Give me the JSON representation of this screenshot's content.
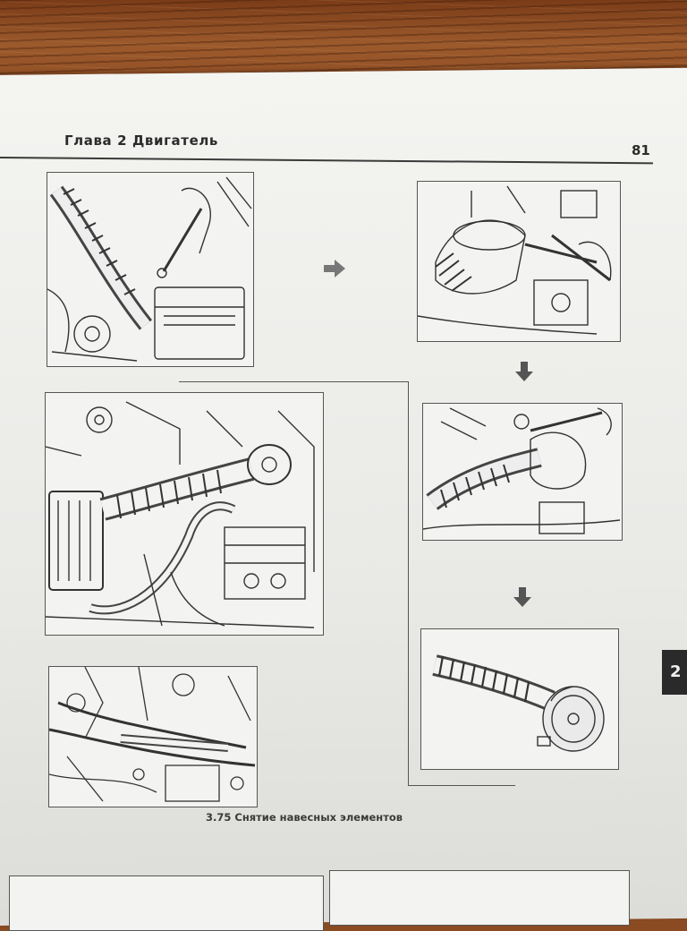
{
  "header": {
    "chapter_title": "Глава 2 Двигатель",
    "page_number": "81"
  },
  "figure": {
    "caption": "3.75 Снятие навесных элементов",
    "panels": [
      {
        "id": "step-1",
        "icon": "air-duct-clamp-illustration"
      },
      {
        "id": "step-2",
        "icon": "throttle-linkage-illustration"
      },
      {
        "id": "step-3",
        "icon": "intake-hose-illustration"
      },
      {
        "id": "step-4",
        "icon": "removed-air-duct-illustration"
      },
      {
        "id": "step-5",
        "icon": "air-cleaner-overview-illustration"
      },
      {
        "id": "step-6",
        "icon": "engine-wiring-illustration"
      }
    ]
  },
  "chapter_tab": {
    "label": "2"
  },
  "colors": {
    "ink": "#2b2b2b",
    "paper": "#f3f3f1",
    "desk": "#8a4a22",
    "tab": "#2a2a2a"
  }
}
